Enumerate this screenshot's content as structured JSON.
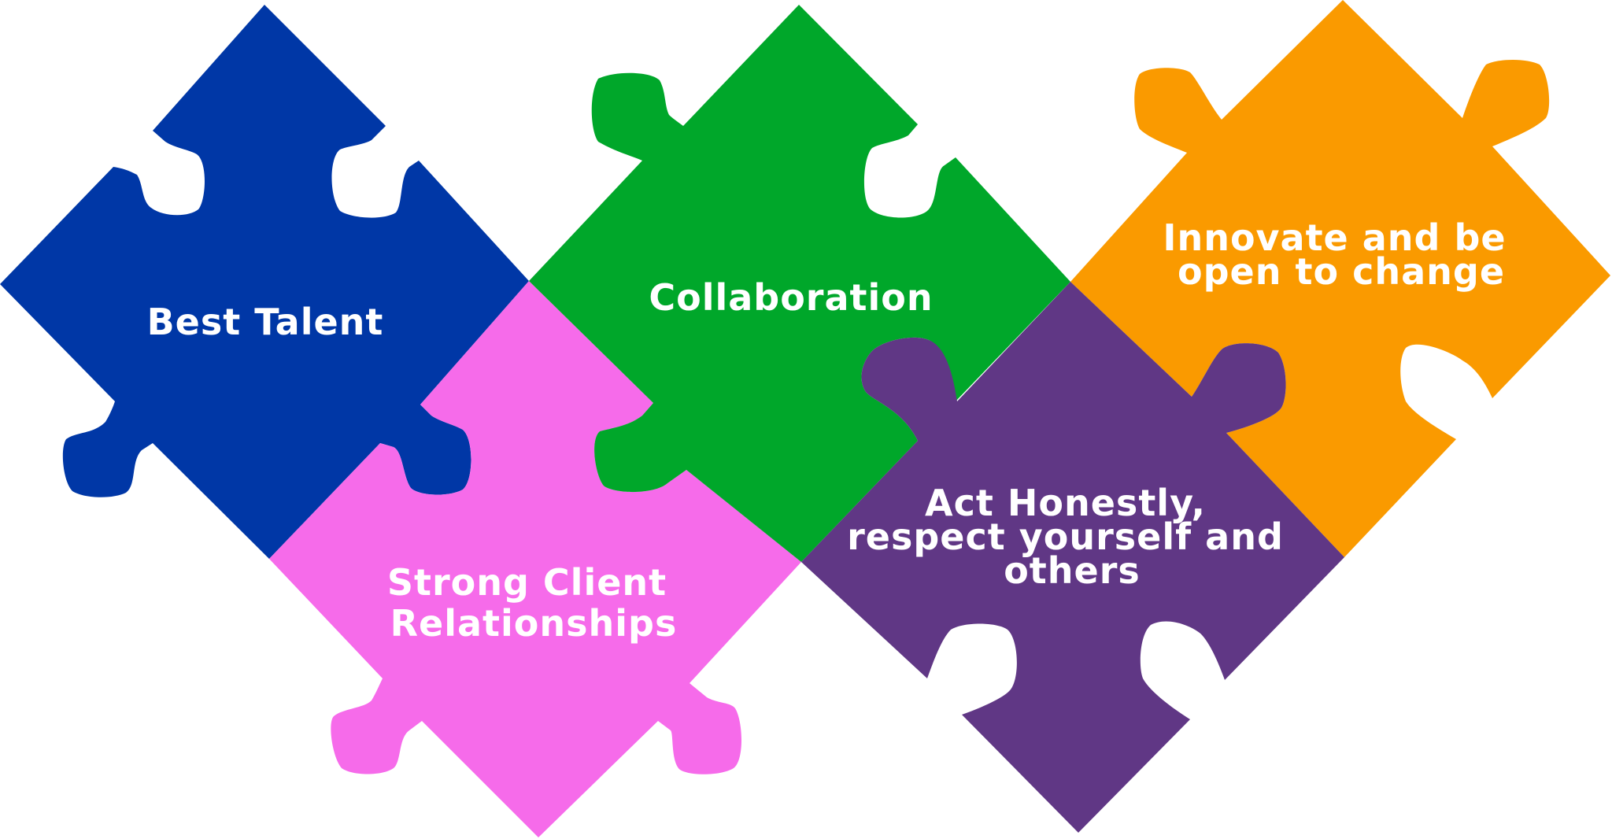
{
  "diagram": {
    "pieces": [
      {
        "id": "best-talent",
        "color": "#0037A6",
        "lines": [
          "Best Talent"
        ]
      },
      {
        "id": "strong-client",
        "color": "#F66BEA",
        "lines": [
          "Strong Client",
          "Relationships"
        ]
      },
      {
        "id": "collaboration",
        "color": "#00A72A",
        "lines": [
          "Collaboration"
        ]
      },
      {
        "id": "act-honestly",
        "color": "#603785",
        "lines": [
          "Act Honestly,",
          "respect yourself and",
          "others"
        ]
      },
      {
        "id": "innovate",
        "color": "#FA9A00",
        "lines": [
          "Innovate and be",
          "open to change"
        ]
      }
    ]
  }
}
